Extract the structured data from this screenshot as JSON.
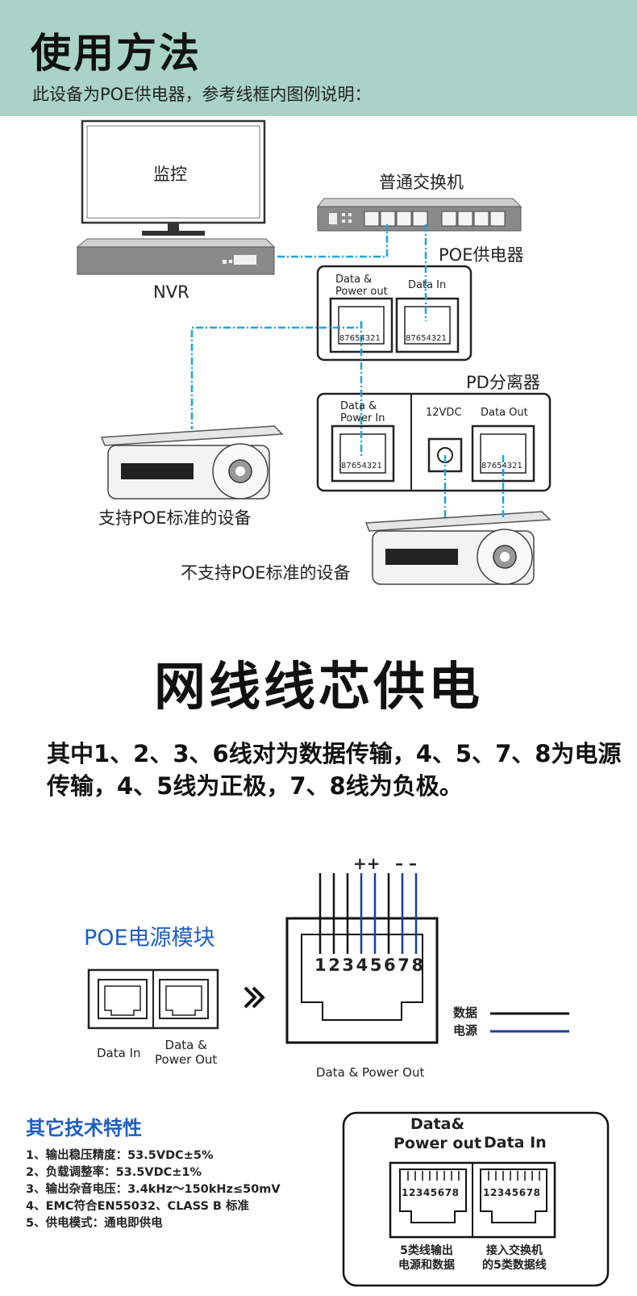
{
  "header": {
    "title": "使用方法",
    "subtitle": "此设备为POE供电器，参考线框内图例说明："
  },
  "diagram1": {
    "monitor_label": "监控",
    "switch_label": "普通交换机",
    "nvr_label": "NVR",
    "poe_injector_label": "POE供电器",
    "injector_port_left": "Data &\nPower out",
    "injector_port_right": "Data In",
    "splitter_label": "PD分离器",
    "splitter_port_left": "Data &\nPower In",
    "splitter_dc_label": "12VDC",
    "splitter_port_right": "Data Out",
    "pin_numbers": "87654321",
    "poe_device_label": "支持POE标准的设备",
    "non_poe_device_label": "不支持POE标准的设备"
  },
  "section2": {
    "title": "网线线芯供电",
    "description": "其中1、2、3、6线对为数据传输，4、5、7、8为电源传输，4、5线为正极，7、8线为负极。"
  },
  "diagram2": {
    "module_title": "POE电源模块",
    "port_left": "Data In",
    "port_right": "Data &\nPower Out",
    "connector_label": "Data & Power Out",
    "pins": "12345678",
    "plus_signs": "++",
    "minus_signs": "– –",
    "legend_data": "数据",
    "legend_power": "电源",
    "data_color": "#111111",
    "power_color": "#1a3f9e"
  },
  "section3": {
    "title": "其它技术特性",
    "specs": [
      "1、输出稳压精度：53.5VDC±5%",
      "2、负载调整率：53.5VDC±1%",
      "3、输出杂音电压：3.4kHz～150kHz≤50mV",
      "4、EMC符合EN55032、CLASS B 标准",
      "5、供电模式：通电即供电"
    ],
    "box_port_left_title": "Data&\nPower out",
    "box_port_right_title": "Data  In",
    "box_pins": "12345678",
    "box_left_caption": "5类线输出\n电源和数据",
    "box_right_caption": "接入交换机\n的5类数据线"
  },
  "colors": {
    "header_bg": "#a8d3c6",
    "accent_blue": "#1e5fc4",
    "cable_blue": "#1aa7e0"
  }
}
